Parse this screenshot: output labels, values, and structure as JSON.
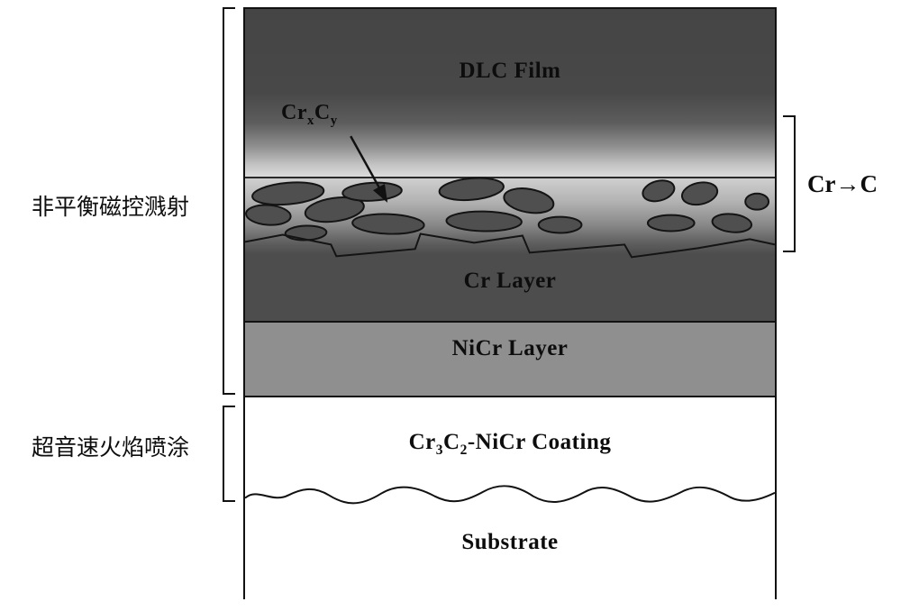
{
  "colors": {
    "ink": "#111111",
    "bg": "#ffffff",
    "cr_dark": "#4d4d4d",
    "nicr_gray": "#8f8f8f",
    "blob_fill": "#4f4f4f"
  },
  "left_labels": {
    "magnetron": "非平衡磁控溅射",
    "hvof": "超音速火焰喷涂"
  },
  "right_label": {
    "cr_to_c": "Cr→C"
  },
  "layers": {
    "dlc": "DLC Film",
    "cr": "Cr Layer",
    "nicr": "NiCr Layer",
    "substrate": "Substrate"
  },
  "formulas": {
    "crxcy": {
      "p1": "Cr",
      "s1": "x",
      "p2": "C",
      "s2": "y"
    },
    "coating": {
      "p1": "Cr",
      "s1": "3",
      "p2": "C",
      "s2": "2",
      "p3": "-NiCr Coating"
    }
  }
}
